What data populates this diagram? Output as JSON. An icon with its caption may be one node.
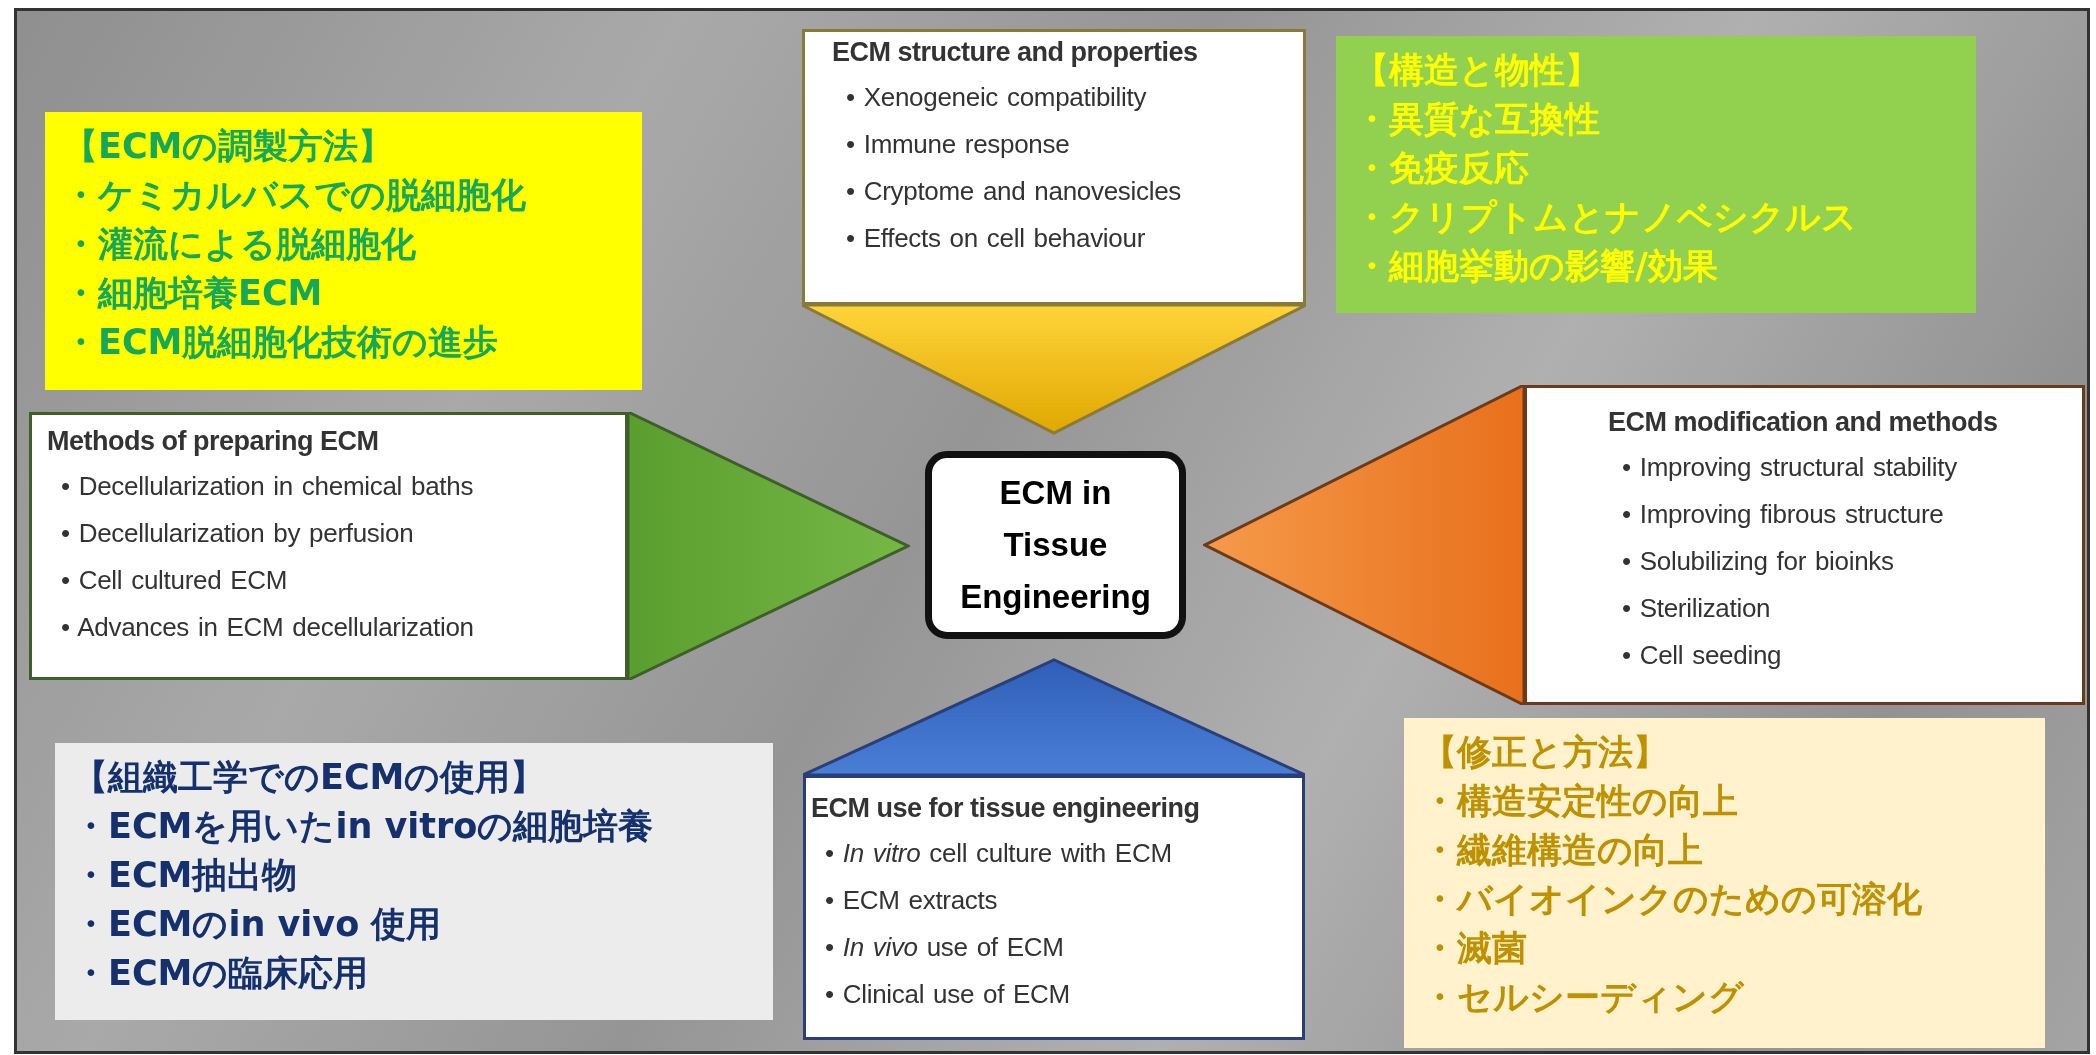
{
  "diagram": {
    "nodes": [
      {
        "text": [
          "【ECMの調製方法】",
          "・ケミカルバスでの脱細胞化",
          "・灌流による脱細胞化",
          "・細胞培養ECM",
          "・ECM脱細胞化技術の進歩"
        ]
      },
      {
        "text": [
          "ECM structure and properties",
          "• Xenogeneic compatibility",
          "• Immune response",
          "• Cryptome and nanovesicles",
          "• Effects on cell behaviour"
        ]
      },
      {
        "text": [
          "【構造と物性】",
          "・異質な互換性",
          "・免疫反応",
          "・クリプトムとナノベシクルス",
          "・細胞挙動の影響/効果"
        ]
      },
      {
        "text": [
          "Methods of preparing ECM",
          "• Decellularization in chemical baths",
          "• Decellularization by perfusion",
          "• Cell cultured ECM",
          "• Advances in ECM decellularization"
        ]
      },
      {
        "text": [
          "ECM in Tissue Engineering"
        ]
      },
      {
        "text": [
          "ECM modification and methods",
          "• Improving structural stability",
          "• Improving fibrous structure",
          "• Solubilizing for bioinks",
          "• Sterilization",
          "• Cell seeding"
        ]
      },
      {
        "text": [
          "【組織工学でのECMの使用】",
          "・ECMを用いたin vitroの細胞培養",
          "・ECM抽出物",
          "・ECMのin vivo 使用",
          "・ECMの臨床応用"
        ]
      },
      {
        "text": [
          "ECM use for tissue engineering",
          "• *In vitro* cell culture with ECM",
          "• ECM extracts",
          "• *In vivo* use of ECM",
          "• Clinical use of ECM"
        ]
      },
      {
        "text": [
          "【修正と方法】",
          "・構造安定性の向上",
          "・繊維構造の向上",
          "・バイオインクのための可溶化",
          "・滅菌",
          "・セルシーディング"
        ]
      }
    ]
  }
}
